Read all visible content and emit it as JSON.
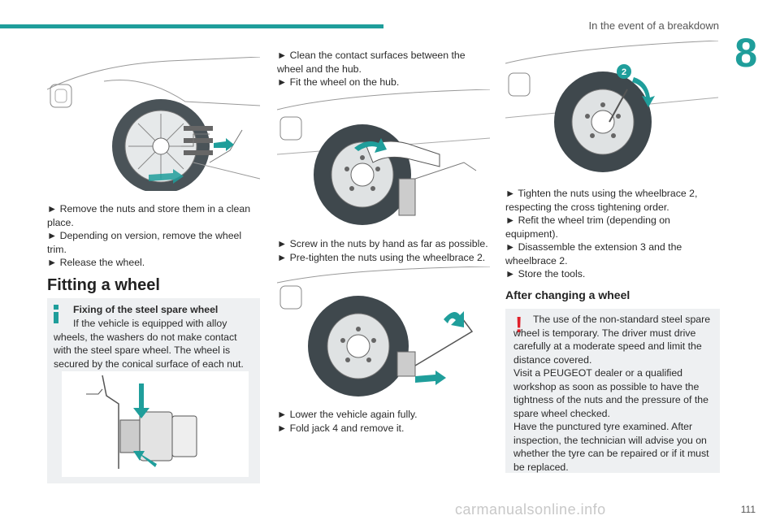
{
  "header": {
    "section_title": "In the event of a breakdown",
    "chapter_number": "8"
  },
  "col1": {
    "steps": [
      "► Remove the nuts and store them in a clean place.",
      "► Depending on version, remove the wheel trim.",
      "► Release the wheel."
    ],
    "heading": "Fitting a wheel",
    "info_box": {
      "title": "Fixing of the steel spare wheel",
      "text": "If the vehicle is equipped with alloy wheels, the washers do not make contact with the steel spare wheel. The wheel is secured by the conical surface of each nut."
    }
  },
  "col2": {
    "steps_a": [
      "► Clean the contact surfaces between the wheel and the hub.",
      "► Fit the wheel on the hub."
    ],
    "steps_b": [
      "► Screw in the nuts by hand as far as possible.",
      "► Pre-tighten the nuts using the wheelbrace 2."
    ],
    "steps_c": [
      "► Lower the vehicle again fully.",
      "► Fold jack 4 and remove it."
    ]
  },
  "col3": {
    "figure_label": "2",
    "steps": [
      "► Tighten the nuts using the wheelbrace 2, respecting the cross tightening order.",
      "► Refit the wheel trim (depending on equipment).",
      "► Disassemble the extension 3 and the wheelbrace 2.",
      "► Store the tools."
    ],
    "heading": "After changing a wheel",
    "warning_box": {
      "text": "The use of the non-standard steel spare wheel is temporary. The driver must drive carefully at a moderate speed and limit the distance covered.",
      "text2": "Visit a PEUGEOT dealer or a qualified workshop as soon as possible to have the tightness of the nuts and the pressure of the spare wheel checked.",
      "text3": "Have the punctured tyre examined. After inspection, the technician will advise you on whether the tyre can be repaired or if it must be replaced."
    }
  },
  "footer": {
    "page_number": "111",
    "watermark": "carmanualsonline.info"
  },
  "colors": {
    "accent": "#1f9e9b",
    "warning": "#e0202a",
    "box_bg": "#eef0f2"
  }
}
